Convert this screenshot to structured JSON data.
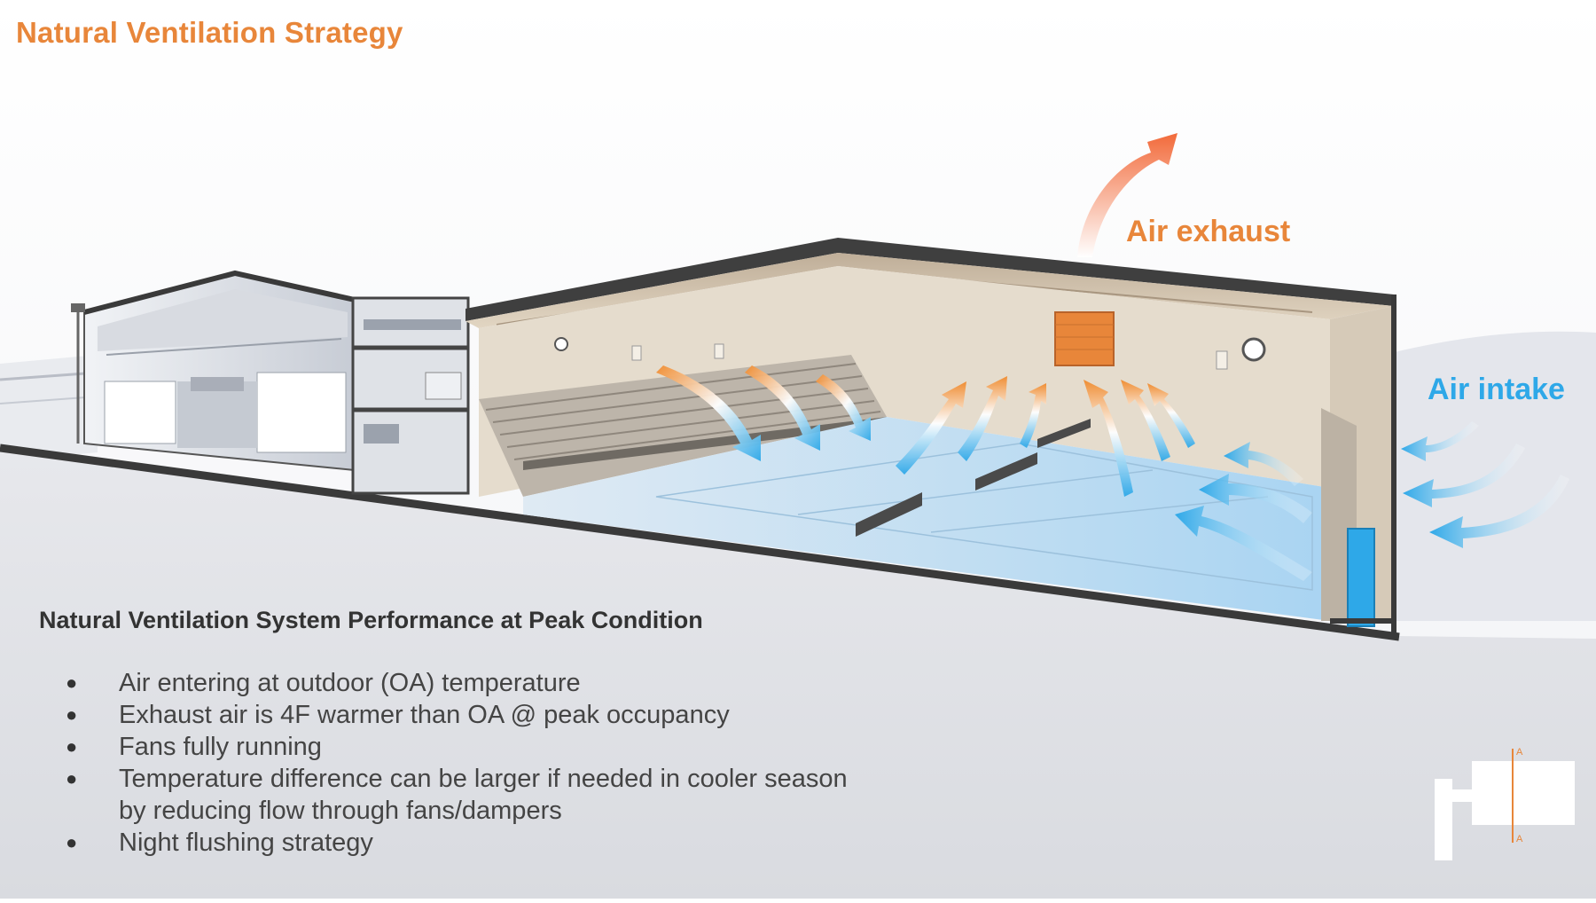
{
  "title": "Natural Ventilation Strategy",
  "labels": {
    "air_exhaust": "Air exhaust",
    "air_intake": "Air intake"
  },
  "performance": {
    "heading": "Natural Ventilation System Performance at Peak Condition",
    "items": [
      "Air entering at outdoor (OA) temperature",
      "Exhaust air is 4F warmer than OA @ peak occupancy",
      "Fans fully running",
      "Temperature difference can be larger if needed in cooler season by reducing flow through fans/dampers",
      "Night flushing strategy"
    ]
  },
  "section_key": {
    "mark_top": "A",
    "mark_bottom": "A"
  },
  "colors": {
    "accent_orange": "#e8863a",
    "accent_blue": "#2ea8e8",
    "warm_interior": "#d9c7ad",
    "cool_floor": "#cfe6f5"
  }
}
